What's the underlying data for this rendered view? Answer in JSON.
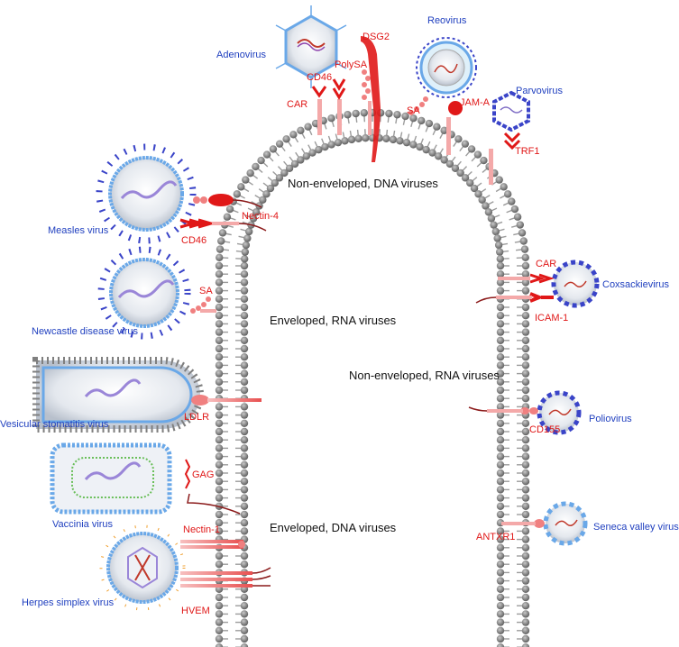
{
  "colors": {
    "virus_label": "#1f3fbf",
    "receptor": "#e01818",
    "receptor_light": "#f4a9a9",
    "membrane_head": "#7f7f7f",
    "capsid": "#6aa8e8",
    "spike": "#3a44c8",
    "genome": "#9a86d8"
  },
  "group_labels": {
    "nonenv_dna": "Non-enveloped, DNA viruses",
    "env_rna": "Enveloped, RNA viruses",
    "nonenv_rna": "Non-enveloped, RNA viruses",
    "env_dna": "Enveloped, DNA viruses"
  },
  "viruses": {
    "adenovirus": "Adenovirus",
    "reovirus": "Reovirus",
    "parvovirus": "Parvovirus",
    "measles": "Measles virus",
    "newcastle": "Newcastle disease virus",
    "vsv": "Vesicular stomatitis virus",
    "vaccinia": "Vaccinia virus",
    "hsv": "Herpes simplex virus",
    "coxsackie": "Coxsackievirus",
    "polio": "Poliovirus",
    "seneca": "Seneca valley virus"
  },
  "receptors": {
    "dsg2": "DSG2",
    "cd46_top": "CD46",
    "polysa": "PolySA",
    "car_top": "CAR",
    "sa_top": "SA",
    "jama": "JAM-A",
    "trf1": "TRF1",
    "nectin4": "Nectin-4",
    "cd46_measles": "CD46",
    "sa_ndv": "SA",
    "ldlr": "LDLR",
    "gag": "GAG",
    "nectin1": "Nectin-1",
    "hvem": "HVEM",
    "car_cox": "CAR",
    "icam1": "ICAM-1",
    "cd155": "CD155",
    "antxr1": "ANTXR1"
  }
}
